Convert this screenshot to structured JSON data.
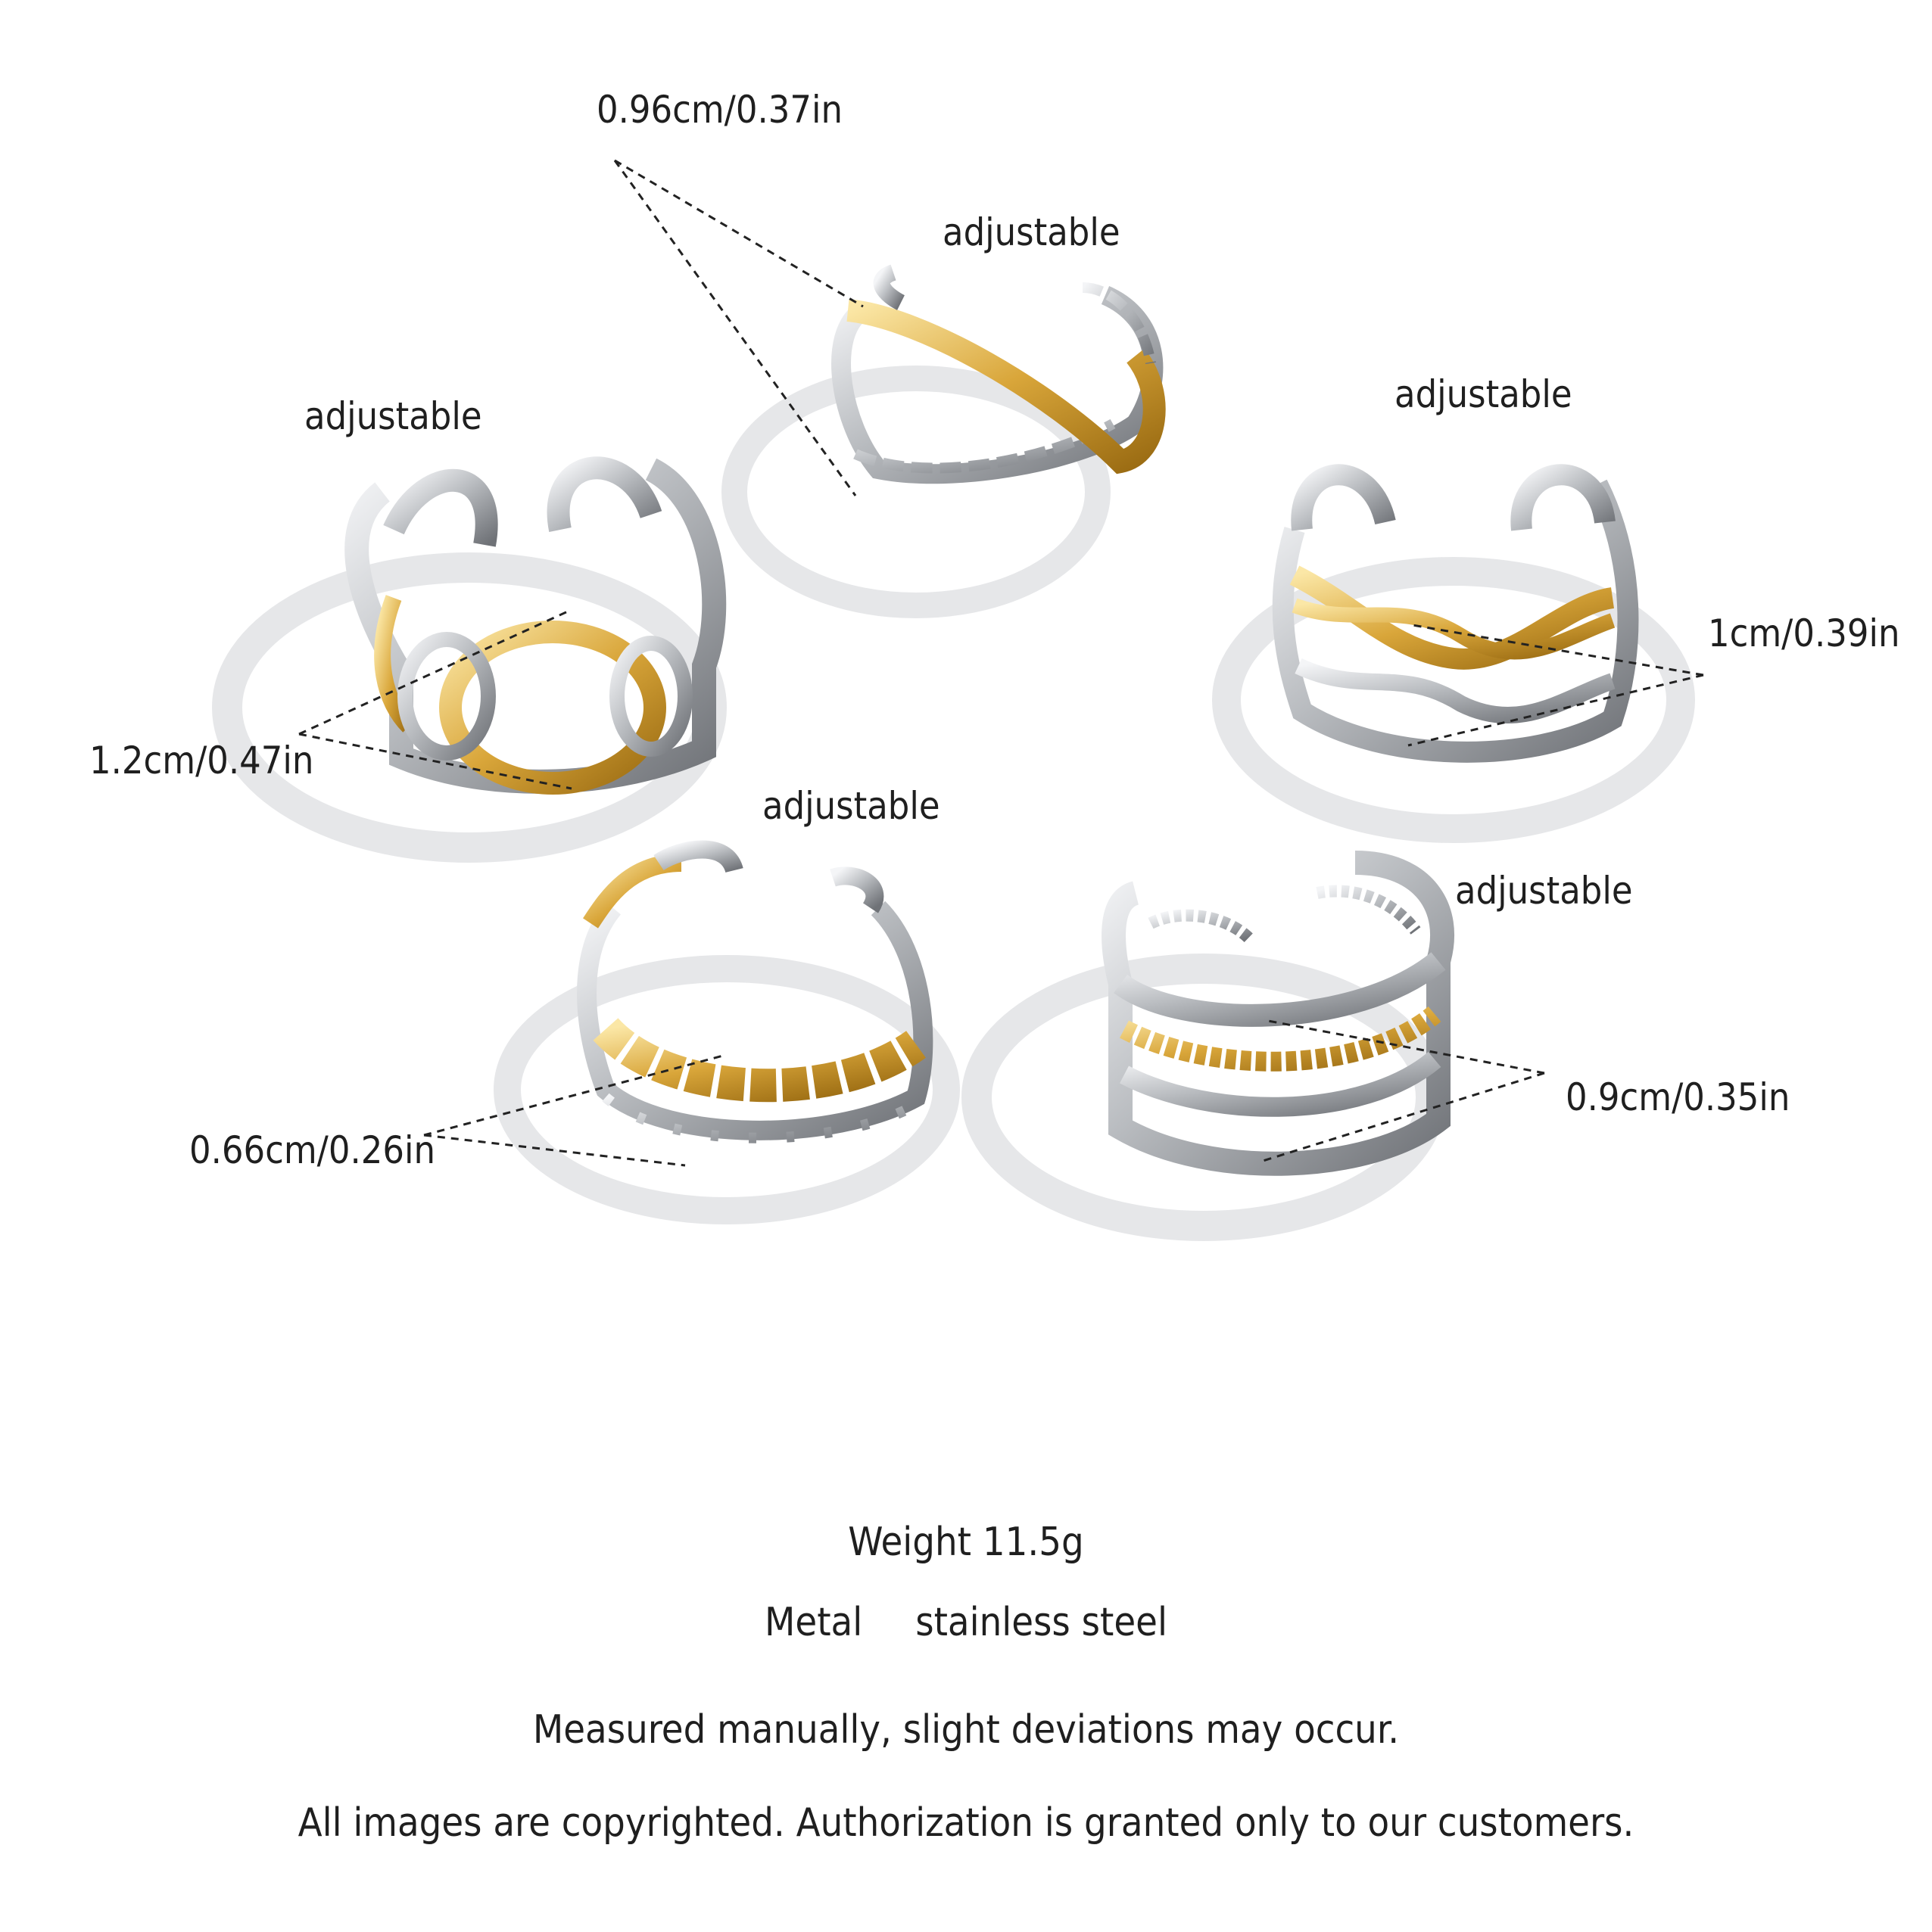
{
  "labels": {
    "adjustable": "adjustable",
    "ring1_width": "0.96cm/0.37in",
    "ring2_width": "1.2cm/0.47in",
    "ring3_width": "1cm/0.39in",
    "ring4_width": "0.66cm/0.26in",
    "ring5_width": "0.9cm/0.35in"
  },
  "info": {
    "weight": "Weight 11.5g",
    "metal_label": "Metal",
    "metal_value": "stainless steel",
    "note": "Measured manually, slight deviations may occur.",
    "copyright": "All images are copyrighted. Authorization is granted only to our customers."
  },
  "colors": {
    "gold": "#d9a63a",
    "silver": "#b9bcc0",
    "shadow": "#e6e7e9",
    "text": "#1f1f1f"
  }
}
